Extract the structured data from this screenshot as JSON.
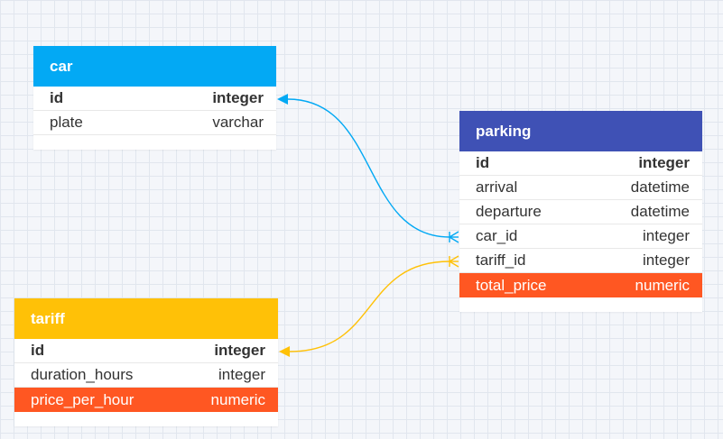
{
  "colors": {
    "car_header": "#03a9f4",
    "parking_header": "#3f51b5",
    "tariff_header": "#ffc107",
    "highlight_row": "#ff5722",
    "link_car": "#03a9f4",
    "link_tariff": "#ffc107"
  },
  "entities": {
    "car": {
      "name": "car",
      "fields": [
        {
          "name": "id",
          "type": "integer"
        },
        {
          "name": "plate",
          "type": "varchar"
        }
      ]
    },
    "parking": {
      "name": "parking",
      "fields": [
        {
          "name": "id",
          "type": "integer"
        },
        {
          "name": "arrival",
          "type": "datetime"
        },
        {
          "name": "departure",
          "type": "datetime"
        },
        {
          "name": "car_id",
          "type": "integer"
        },
        {
          "name": "tariff_id",
          "type": "integer"
        },
        {
          "name": "total_price",
          "type": "numeric"
        }
      ]
    },
    "tariff": {
      "name": "tariff",
      "fields": [
        {
          "name": "id",
          "type": "integer"
        },
        {
          "name": "duration_hours",
          "type": "integer"
        },
        {
          "name": "price_per_hour",
          "type": "numeric"
        }
      ]
    }
  },
  "relationships": [
    {
      "from": "parking.car_id",
      "to": "car.id",
      "cardinality": "many-to-one"
    },
    {
      "from": "parking.tariff_id",
      "to": "tariff.id",
      "cardinality": "many-to-one"
    }
  ]
}
